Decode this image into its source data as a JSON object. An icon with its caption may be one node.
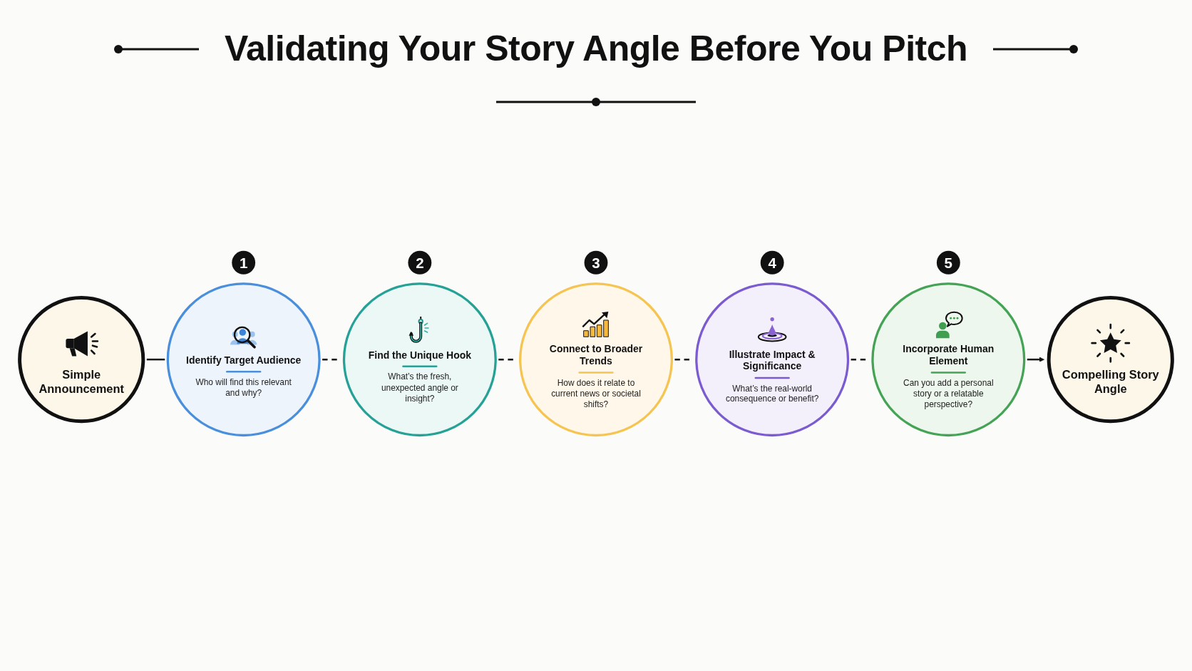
{
  "diagram": {
    "title": "Validating Your Story Angle Before You Pitch",
    "nodes": [
      {
        "text": [
          "Simple Announcement"
        ]
      },
      {
        "text": [
          "Identify Target Audience",
          "Who will find this relevant and why?"
        ],
        "beside": [
          "1"
        ]
      },
      {
        "text": [
          "Find the Unique Hook",
          "What’s the fresh, unexpected angle or insight?"
        ],
        "beside": [
          "2"
        ]
      },
      {
        "text": [
          "Connect to Broader Trends",
          "How does it relate to current news or societal shifts?"
        ],
        "beside": [
          "3"
        ]
      },
      {
        "text": [
          "Illustrate Impact & Significance",
          "What’s the real-world consequence or benefit?"
        ],
        "beside": [
          "4"
        ]
      },
      {
        "text": [
          "Incorporate Human Element",
          "Can you add a personal story or a relatable perspective?"
        ],
        "beside": [
          "5"
        ]
      },
      {
        "text": [
          "Compelling Story Angle"
        ]
      }
    ],
    "edges": [
      {
        "from": 0,
        "to": 1,
        "arrow": "none"
      },
      {
        "from": 1,
        "to": 2,
        "arrow": "none",
        "style": "dashed"
      },
      {
        "from": 2,
        "to": 3,
        "arrow": "none",
        "style": "dashed"
      },
      {
        "from": 3,
        "to": 4,
        "arrow": "none",
        "style": "dashed"
      },
      {
        "from": 4,
        "to": 5,
        "arrow": "none",
        "style": "dashed"
      },
      {
        "from": 5,
        "to": 6,
        "arrow": "to"
      }
    ]
  }
}
